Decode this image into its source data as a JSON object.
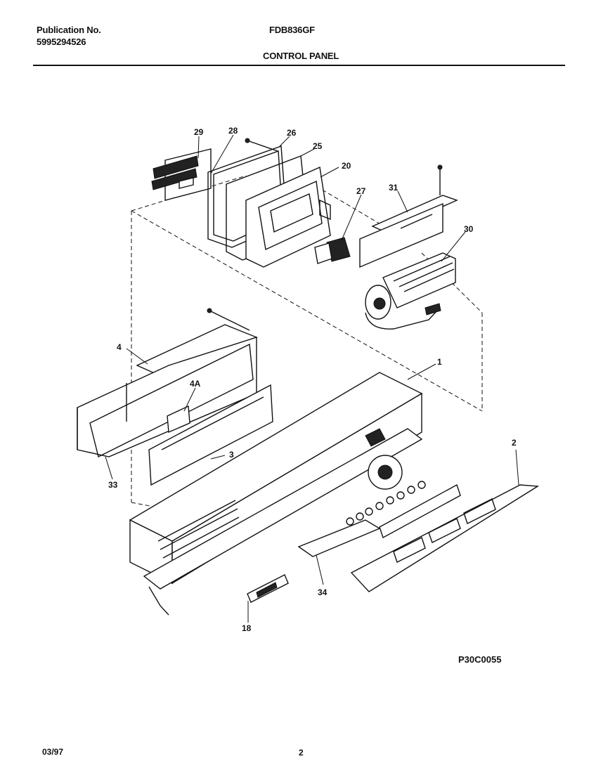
{
  "header": {
    "publication_label": "Publication No.",
    "publication_number": "5995294526",
    "model": "FDB836GF",
    "section_title": "CONTROL PANEL"
  },
  "diagram": {
    "callouts": [
      "29",
      "28",
      "26",
      "25",
      "20",
      "27",
      "31",
      "30",
      "4",
      "4A",
      "1",
      "3",
      "33",
      "2",
      "34",
      "18"
    ],
    "figure_id": "P30C0055"
  },
  "footer": {
    "date": "03/97",
    "page_number": "2"
  }
}
